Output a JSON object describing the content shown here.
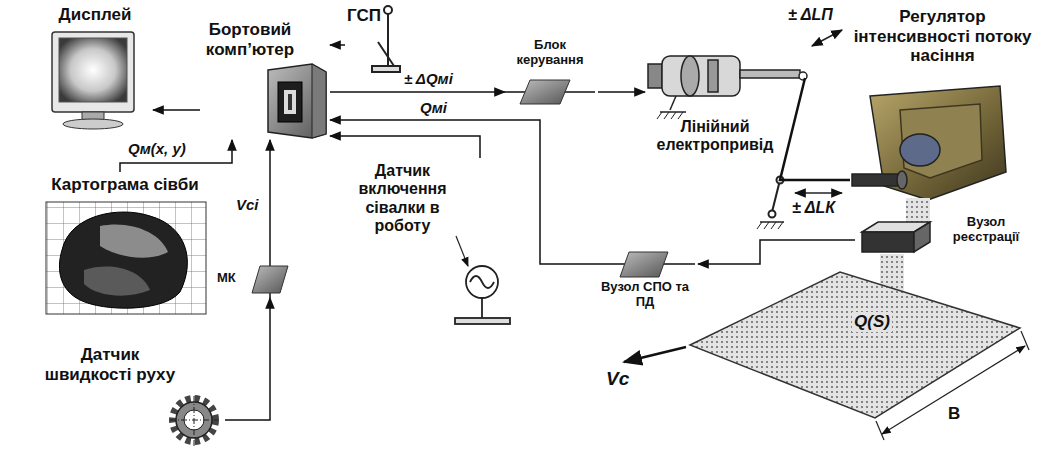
{
  "diagram": {
    "nodes": [
      {
        "text": [
          "Дисплей"
        ]
      },
      {
        "text": [
          "Бортовий комп’ютер"
        ]
      },
      {
        "text": [
          "ГСП"
        ]
      },
      {
        "text": [
          "Блок керування"
        ]
      },
      {
        "text": [
          "Лінійний електропривід"
        ]
      },
      {
        "text": [
          "Регулятор інтенсивності потоку насіння"
        ]
      },
      {
        "text": [
          "Картограма сівби"
        ]
      },
      {
        "text": [
          "Датчик включення сівалки в роботу"
        ]
      },
      {
        "text": [
          "Вузол реєстрації"
        ]
      },
      {
        "text": [
          "МК"
        ]
      },
      {
        "text": [
          "Вузол СПО та ПД"
        ]
      },
      {
        "text": [
          "Датчик швидкості руху"
        ]
      }
    ],
    "edges": [
      {
        "from": 1,
        "to": 0,
        "arrow": "to"
      },
      {
        "from": 2,
        "to": 1,
        "arrow": "to"
      },
      {
        "from": 1,
        "to": 3,
        "label": "± ΔQмі",
        "arrow": "to"
      },
      {
        "from": 3,
        "to": 4,
        "arrow": "to"
      },
      {
        "from": 6,
        "to": 1,
        "label": "Qм(x, y)",
        "arrow": "to"
      },
      {
        "from": 7,
        "to": 1,
        "arrow": "to"
      },
      {
        "from": 10,
        "to": 1,
        "label": "Qмі",
        "arrow": "to"
      },
      {
        "from": 8,
        "to": 10,
        "arrow": "to"
      },
      {
        "from": 11,
        "to": 9,
        "arrow": "to"
      },
      {
        "from": 9,
        "to": 1,
        "label": "Vсі",
        "arrow": "to"
      },
      {
        "from": 4,
        "to": 5,
        "arrow": "none"
      }
    ],
    "labels": [
      "± ΔLП",
      "± ΔLК",
      "Q(S)",
      "Vс",
      "В"
    ]
  }
}
